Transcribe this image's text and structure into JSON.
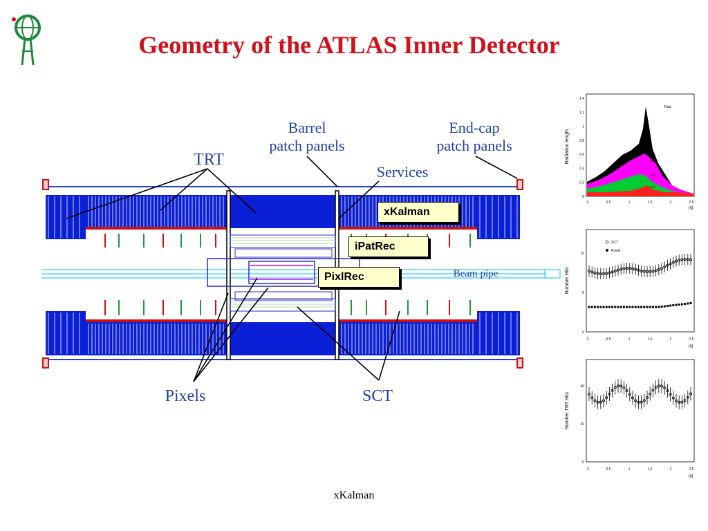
{
  "slide": {
    "title": "Geometry of the ATLAS Inner Detector",
    "footer": "xKalman",
    "logo_icon": "atlas-logo-icon"
  },
  "diagram": {
    "labels": {
      "barrel": "Barrel",
      "barrel_panels": "patch panels",
      "endcap": "End-cap",
      "endcap_panels": "patch panels",
      "trt": "TRT",
      "services": "Services",
      "beam_pipe": "Beam pipe",
      "pixels": "Pixels",
      "sct": "SCT"
    },
    "colors": {
      "detector_blue": "#0a1fd6",
      "label_blue": "#1f3fa8",
      "red": "#cc1111",
      "green": "#1a9a3a",
      "magenta": "#e000e0",
      "cyan": "#33ccff"
    }
  },
  "callouts": {
    "xkalman": "xKalman",
    "ipatrec": "iPatRec",
    "pixlrec": "PixlRec"
  },
  "plots": {
    "radiation": {
      "ylabel": "Radiation length",
      "yticks": [
        "1.4",
        "1.2",
        "1",
        "0.8",
        "0.6",
        "0.4",
        "0.2",
        "0"
      ],
      "xticks": [
        "0",
        "0.5",
        "1",
        "1.5",
        "2",
        "2.5"
      ],
      "xlabel": "|η|",
      "legend": [
        "Total",
        "TRT",
        "SCT",
        "Pixel"
      ]
    },
    "hits": {
      "ylabel": "Number Hits",
      "yticks": [
        "10",
        "5",
        "0"
      ],
      "xticks": [
        "0",
        "0.5",
        "1",
        "1.5",
        "2",
        "2.5"
      ],
      "xlabel": "|η|",
      "legend": [
        "SCT",
        "Pixels"
      ]
    },
    "trt_hits": {
      "ylabel": "Number TRT Hits",
      "yticks": [
        "40",
        "20",
        "0"
      ],
      "xticks": [
        "0",
        "0.5",
        "1",
        "1.5",
        "2",
        "2.5"
      ],
      "xlabel": "|η|"
    }
  }
}
